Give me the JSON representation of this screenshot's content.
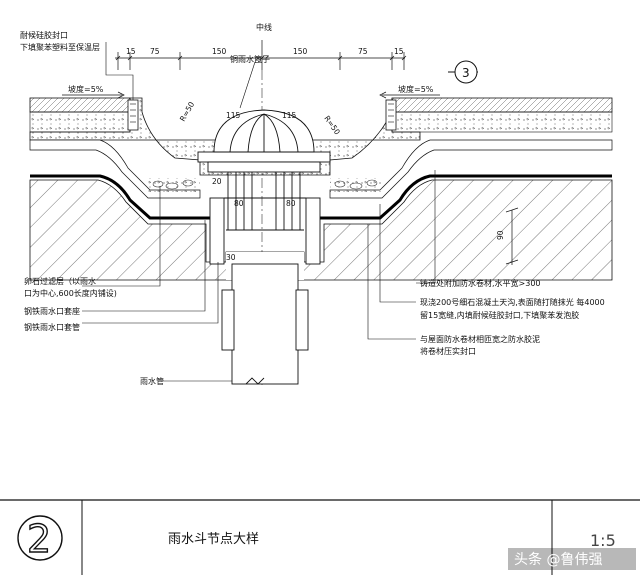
{
  "drawing": {
    "centerline_label": "中线",
    "dims_top": [
      "15",
      "75",
      "150",
      "150",
      "75",
      "15"
    ],
    "section_mark": "3",
    "slope_left": "坡度=5%",
    "slope_right": "坡度=5%",
    "r_left": "R=50",
    "r_right": "R=50",
    "dim_115_a": "115",
    "dim_115_b": "115",
    "dim_20": "20",
    "dim_80_a": "80",
    "dim_80_b": "80",
    "dim_30": "30",
    "dim_90": "90",
    "callouts": {
      "sealant": "耐候硅胶封口",
      "backer": "下填聚苯塑料至保温层",
      "grate": "铜雨水篦子",
      "gravel": "卵石过滤层（以雨水",
      "gravel2": "口为中心,600长度内铺设)",
      "sleeve": "钢铁雨水口套座",
      "pipe_sleeve": "钢铁雨水口套管",
      "downpipe": "雨水管",
      "membrane": "铸造处附加防水卷材,水平宽>300",
      "concrete": "现浇200号细石混凝土天沟,表面随打随抹光  每4000",
      "joint": "留15宽缝,内填耐候硅胶封口,下填聚苯发泡胶",
      "seal2": "与屋面防水卷材相匝宽之防水胶泥",
      "seal3": "将卷材压实封口"
    }
  },
  "title_block": {
    "detail_number": "2",
    "title": "雨水斗节点大样",
    "scale": "1:5"
  },
  "watermark": "头条 @鲁伟强"
}
